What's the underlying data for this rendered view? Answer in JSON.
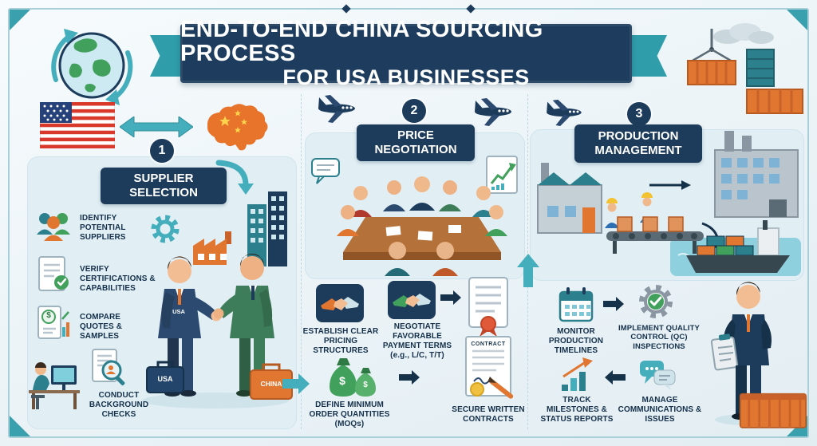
{
  "title": {
    "line1": "END-TO-END CHINA SOURCING PROCESS",
    "line2": "FOR USA BUSINESSES"
  },
  "glyphs": {
    "dollar": "$"
  },
  "colors": {
    "banner_navy": "#1e3d5e",
    "ribbon_teal": "#2f9daa",
    "accent_teal": "#45aebc",
    "accent_orange": "#e0762f",
    "panel_blue": "#e1eff5",
    "text_navy": "#14304a",
    "china_orange": "#e8732a",
    "suit_navy": "#2c4a70",
    "suit_green": "#3e7d5a"
  },
  "sections": {
    "supplier": {
      "number": "1",
      "title": "SUPPLIER SELECTION",
      "steps": [
        {
          "icon": "suppliers-people-icon",
          "label": "IDENTIFY POTENTIAL SUPPLIERS"
        },
        {
          "icon": "certificate-icon",
          "label": "VERIFY CERTIFICATIONS & CAPABILITIES"
        },
        {
          "icon": "quotes-document-icon",
          "label": "COMPARE QUOTES & SAMPLES"
        },
        {
          "icon": "background-check-icon",
          "label": "CONDUCT BACKGROUND CHECKS"
        }
      ],
      "handshake_labels": {
        "usa_suit": "USA",
        "usa_briefcase": "USA",
        "china_briefcase": "CHINA"
      }
    },
    "negotiation": {
      "number": "2",
      "title": "PRICE NEGOTIATION",
      "steps": [
        {
          "icon": "handshake-icon",
          "label": "ESTABLISH CLEAR PRICING STRUCTURES"
        },
        {
          "icon": "handshake-icon",
          "label": "NEGOTIATE FAVORABLE PAYMENT TERMS (e.g., L/C, T/T)"
        },
        {
          "icon": "money-bags-icon",
          "label": "DEFINE MINIMUM ORDER QUANTITIES (MOQs)"
        },
        {
          "icon": "contract-icon",
          "label": "SECURE WRITTEN CONTRACTS"
        }
      ],
      "contract_label": "CONTRACT"
    },
    "production": {
      "number": "3",
      "title": "PRODUCTION MANAGEMENT",
      "steps": [
        {
          "icon": "calendar-icon",
          "label": "MONITOR PRODUCTION TIMELINES"
        },
        {
          "icon": "qc-gear-icon",
          "label": "IMPLEMENT QUALITY CONTROL (QC) INSPECTIONS"
        },
        {
          "icon": "milestone-chart-icon",
          "label": "TRACK MILESTONES & STATUS REPORTS"
        },
        {
          "icon": "chat-icon",
          "label": "MANAGE COMMUNICATIONS & ISSUES"
        }
      ]
    }
  }
}
